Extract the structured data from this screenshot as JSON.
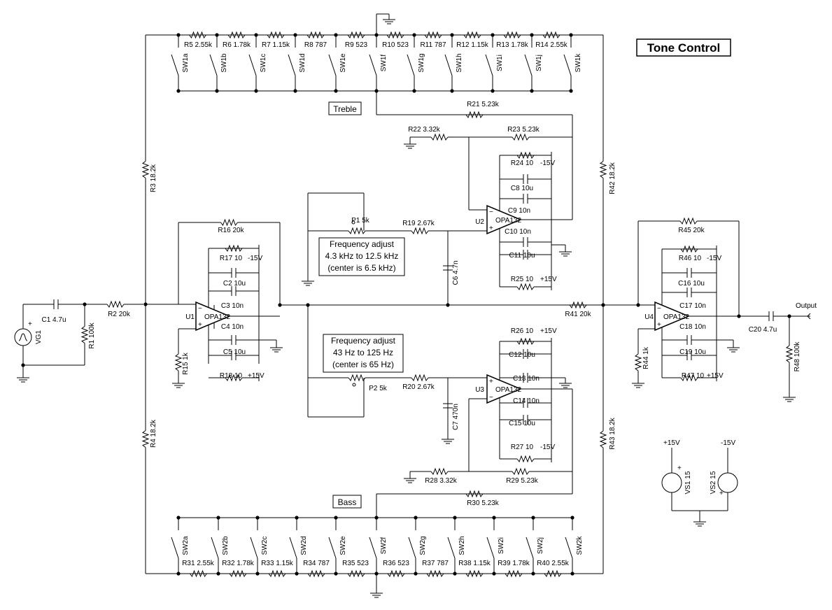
{
  "title": "Tone Control",
  "boxes": {
    "treble": "Treble",
    "bass": "Bass",
    "freq_treble": [
      "Frequency adjust",
      "4.3 kHz to 12.5 kHz",
      "(center is 6.5 kHz)"
    ],
    "freq_bass": [
      "Frequency adjust",
      "43 Hz to 125 Hz",
      "(center is 65 Hz)"
    ]
  },
  "labels": {
    "output": "Output",
    "plus15": "+15V",
    "minus15": "-15V"
  },
  "resistors": {
    "R1": "R1 100k",
    "R2": "R2 20k",
    "R3": "R3 18.2k",
    "R4": "R4 18.2k",
    "R5": "R5 2.55k",
    "R6": "R6 1.78k",
    "R7": "R7 1.15k",
    "R8": "R8 787",
    "R9": "R9 523",
    "R10": "R10 523",
    "R11": "R11 787",
    "R12": "R12 1.15k",
    "R13": "R13 1.78k",
    "R14": "R14 2.55k",
    "R15": "R15 1k",
    "R16": "R16 20k",
    "R17": "R17 10",
    "R18": "R18 10",
    "R19": "R19 2.67k",
    "R20": "R20 2.67k",
    "R21": "R21 5.23k",
    "R22": "R22 3.32k",
    "R23": "R23 5.23k",
    "R24": "R24 10",
    "R25": "R25 10",
    "R26": "R26 10",
    "R27": "R27 10",
    "R28": "R28 3.32k",
    "R29": "R29 5.23k",
    "R30": "R30 5.23k",
    "R31": "R31 2.55k",
    "R32": "R32 1.78k",
    "R33": "R33 1.15k",
    "R34": "R34 787",
    "R35": "R35 523",
    "R36": "R36 523",
    "R37": "R37 787",
    "R38": "R38 1.15k",
    "R39": "R39 1.78k",
    "R40": "R40 2.55k",
    "R41": "R41 20k",
    "R42": "R42 18.2k",
    "R43": "R43 18.2k",
    "R44": "R44 1k",
    "R45": "R45 20k",
    "R46": "R46 10",
    "R47": "R47 10",
    "R48": "R48 100k"
  },
  "capacitors": {
    "C1": "C1 4.7u",
    "C2": "C2 10u",
    "C3": "C3 10n",
    "C4": "C4 10n",
    "C5": "C5 10u",
    "C6": "C6 4.7n",
    "C7": "C7 470n",
    "C8": "C8 10u",
    "C9": "C9 10n",
    "C10": "C10 10n",
    "C11": "C11 10u",
    "C12": "C12 10u",
    "C13": "C13 10n",
    "C14": "C14 10n",
    "C15": "C15 10u",
    "C16": "C16 10u",
    "C17": "C17 10n",
    "C18": "C18 10n",
    "C19": "C19 10u",
    "C20": "C20 4.7u"
  },
  "pots": {
    "P1": "P1 5k",
    "P2": "P2 5k"
  },
  "opamps": {
    "U1": "U1",
    "U2": "U2",
    "U3": "U3",
    "U4": "U4",
    "part": "OPA132"
  },
  "switches": {
    "sw1": [
      "SW1a",
      "SW1b",
      "SW1c",
      "SW1d",
      "SW1e",
      "SW1f",
      "SW1g",
      "SW1h",
      "SW1i",
      "SW1j",
      "SW1k"
    ],
    "sw2": [
      "SW2a",
      "SW2b",
      "SW2c",
      "SW2d",
      "SW2e",
      "SW2f",
      "SW2g",
      "SW2h",
      "SW2i",
      "SW2j",
      "SW2k"
    ]
  },
  "sources": {
    "VG1": "VG1",
    "VS1": "VS1 15",
    "VS2": "VS2 15"
  },
  "rail_labels": {
    "plus": "+15V",
    "minus": "-15V"
  }
}
